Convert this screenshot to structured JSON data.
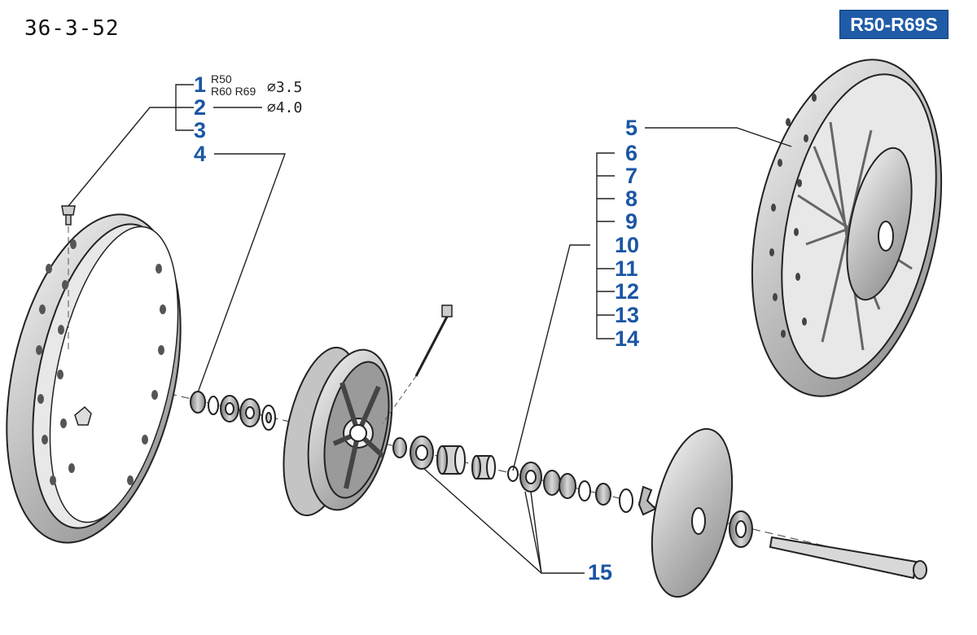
{
  "header": {
    "page_code": "36-3-52",
    "model_range": "R50-R69S"
  },
  "callouts": {
    "c1": "1",
    "c2": "2",
    "c3": "3",
    "c4": "4",
    "c5": "5",
    "c6": "6",
    "c7": "7",
    "c8": "8",
    "c9": "9",
    "c10": "10",
    "c11": "11",
    "c12": "12",
    "c13": "13",
    "c14": "14",
    "c15": "15"
  },
  "notes": {
    "r50": "R50",
    "r60_r69": "R60 R69",
    "dia_35": "∅3.5",
    "dia_40": "∅4.0"
  },
  "colors": {
    "callout_blue": "#1b56a4",
    "badge_blue": "#1f5ba6",
    "part_gray": "#c9c9c9",
    "line_dark": "#222222"
  }
}
